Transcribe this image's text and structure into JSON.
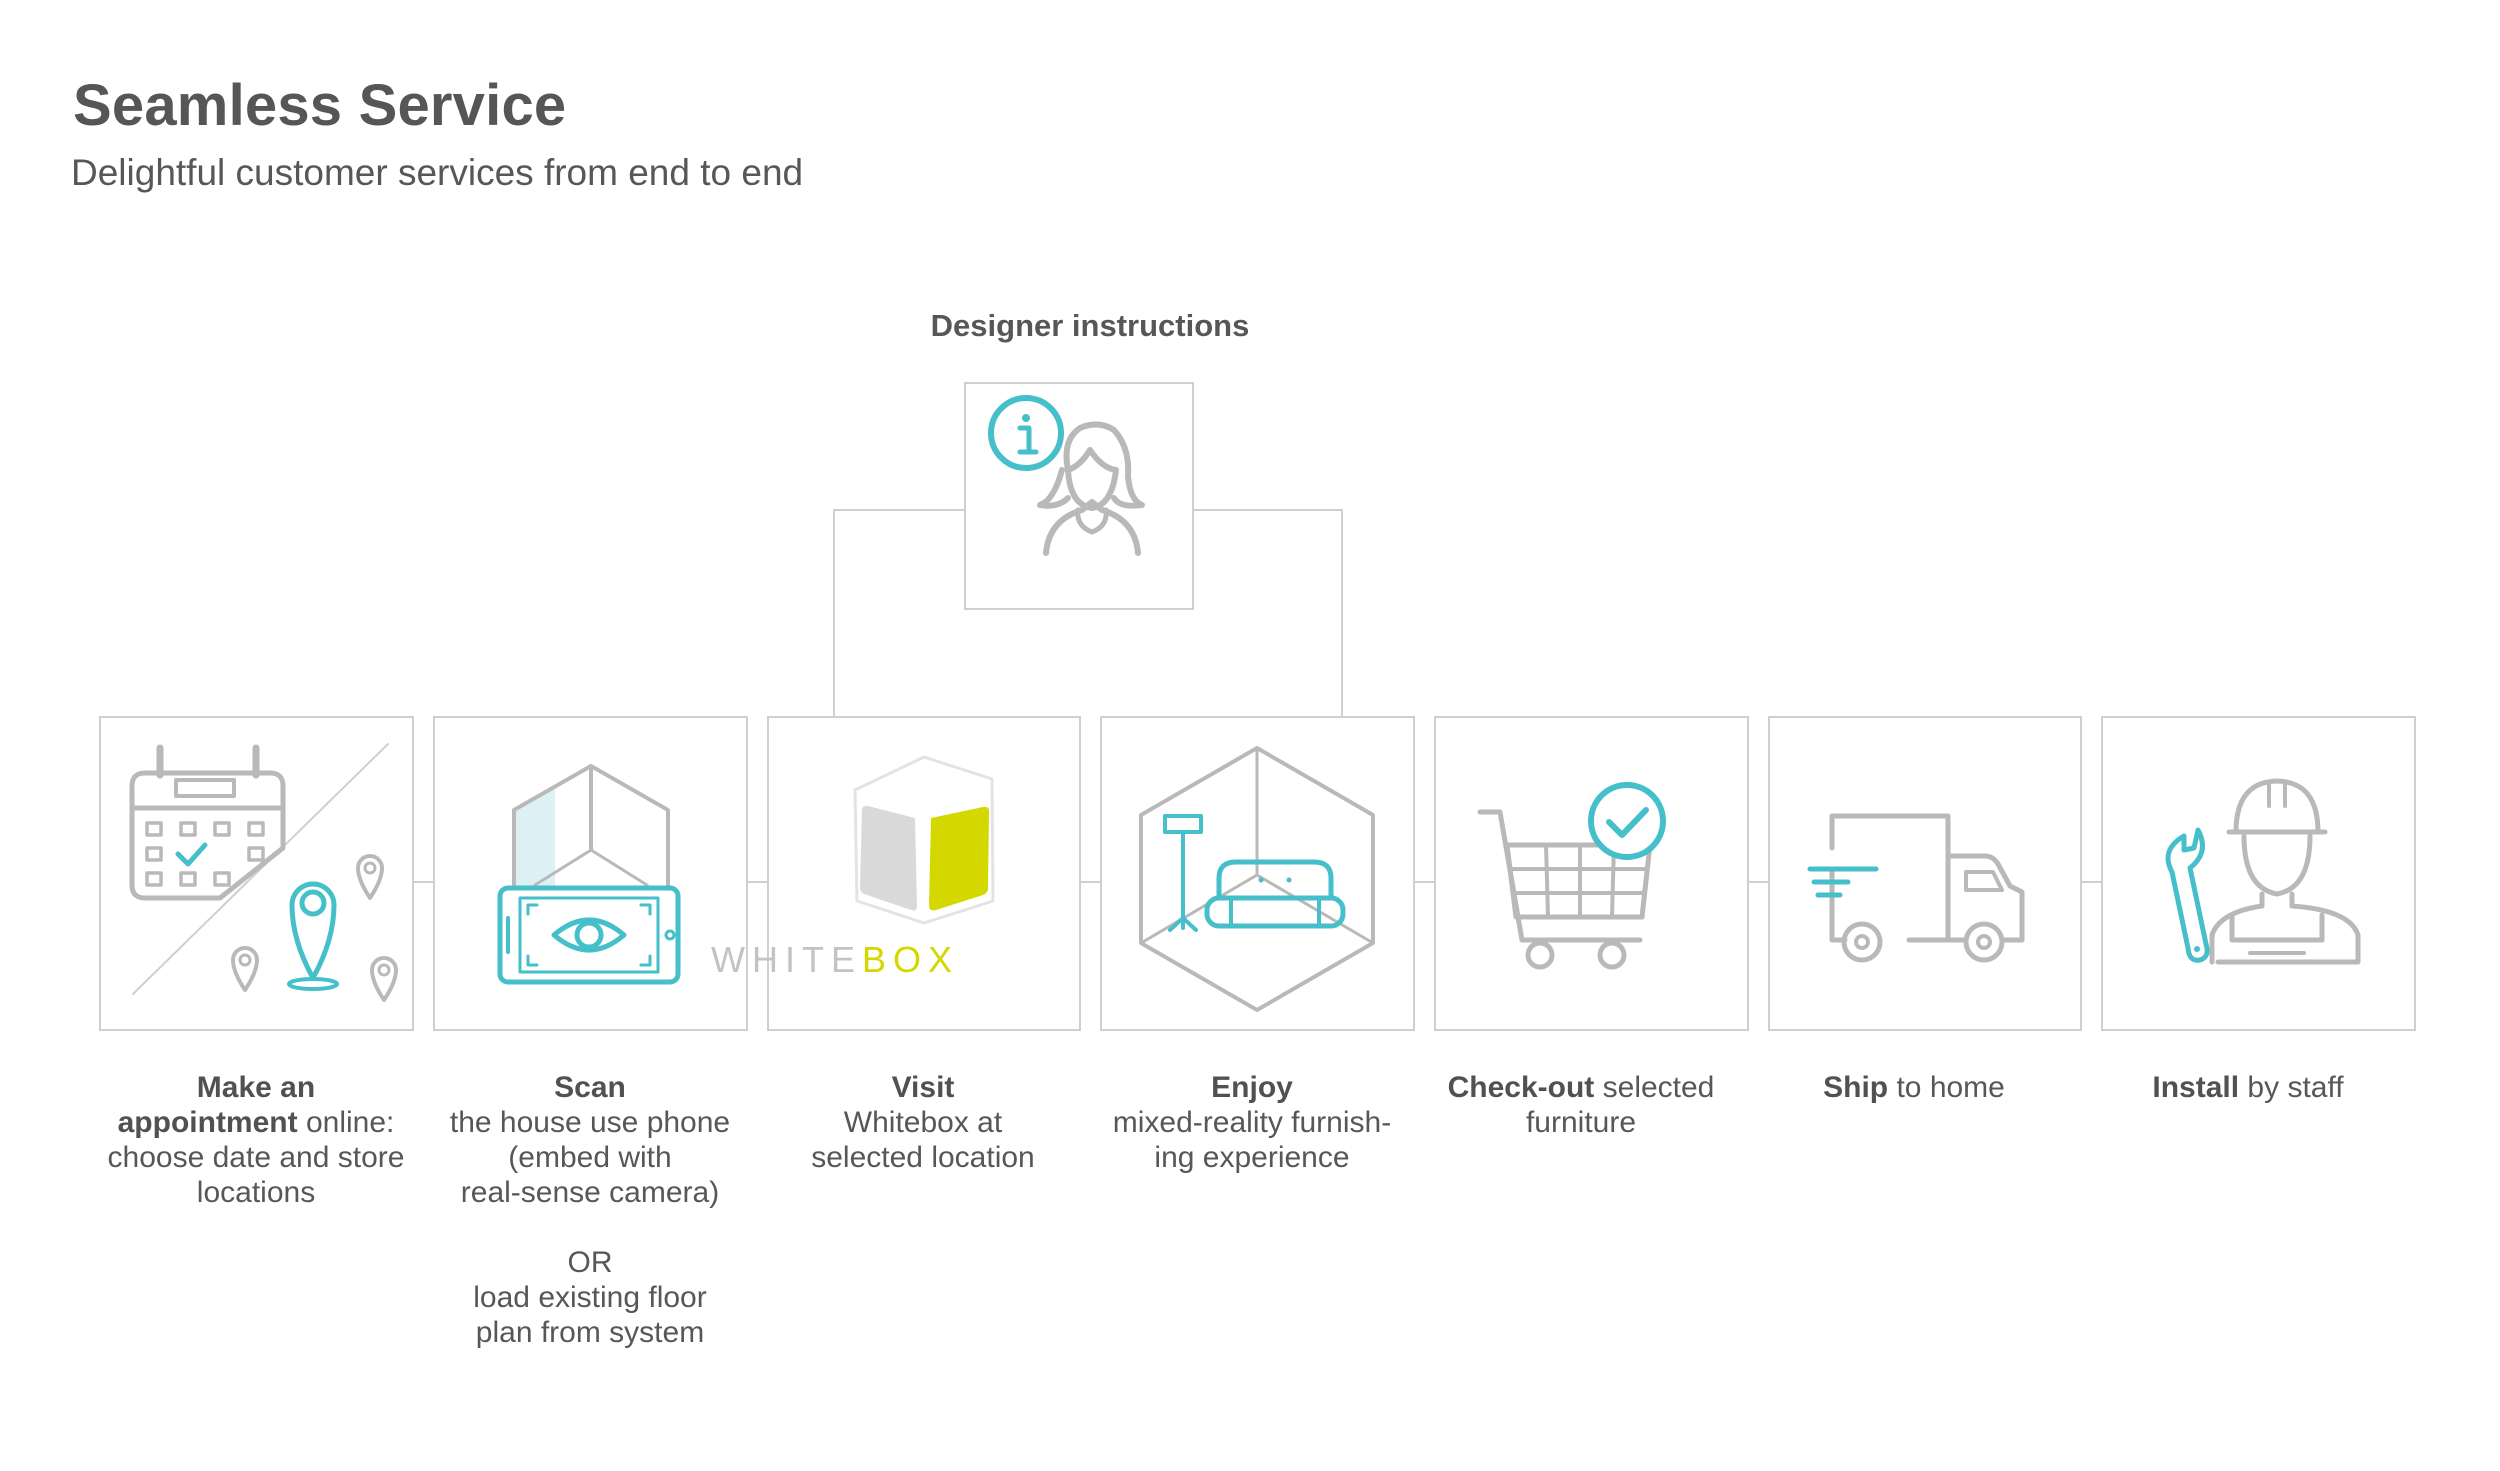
{
  "header": {
    "title": "Seamless Service",
    "subtitle": "Delightful customer services from end to end"
  },
  "designer": {
    "label": "Designer instructions",
    "icon": "designer-info-icon"
  },
  "colors": {
    "accent": "#45BFC9",
    "icon_gray": "#B9B9B9",
    "box_border": "#CFCFCF",
    "whitebox_yellow": "#D4D800",
    "text": "#555759"
  },
  "steps": [
    {
      "icon": "calendar-map-icon",
      "bold_1": "Make an",
      "bold_2": "appointment",
      "text_2": " online:",
      "line_3": "choose date and store",
      "line_4": "locations"
    },
    {
      "icon": "phone-scan-icon",
      "bold_1": "Scan",
      "line_2": "the house use phone",
      "line_3": "(embed with",
      "line_4": "real-sense camera)",
      "line_5": "OR",
      "line_6": "load existing floor",
      "line_7": "plan from system"
    },
    {
      "icon": "whitebox-logo-icon",
      "logo_white": "WHITE",
      "logo_box": "BOX",
      "bold_1": "Visit",
      "line_2": "Whitebox at",
      "line_3": "selected location"
    },
    {
      "icon": "mixed-reality-room-icon",
      "bold_1": "Enjoy",
      "line_2": "mixed-reality furnish-",
      "line_3": "ing experience"
    },
    {
      "icon": "cart-check-icon",
      "bold_1": "Check-out",
      "text_1": " selected",
      "line_2": "furniture"
    },
    {
      "icon": "delivery-truck-icon",
      "bold_1": "Ship",
      "text_1": " to home"
    },
    {
      "icon": "installer-wrench-icon",
      "bold_1": "Install",
      "text_1": " by staff"
    }
  ]
}
